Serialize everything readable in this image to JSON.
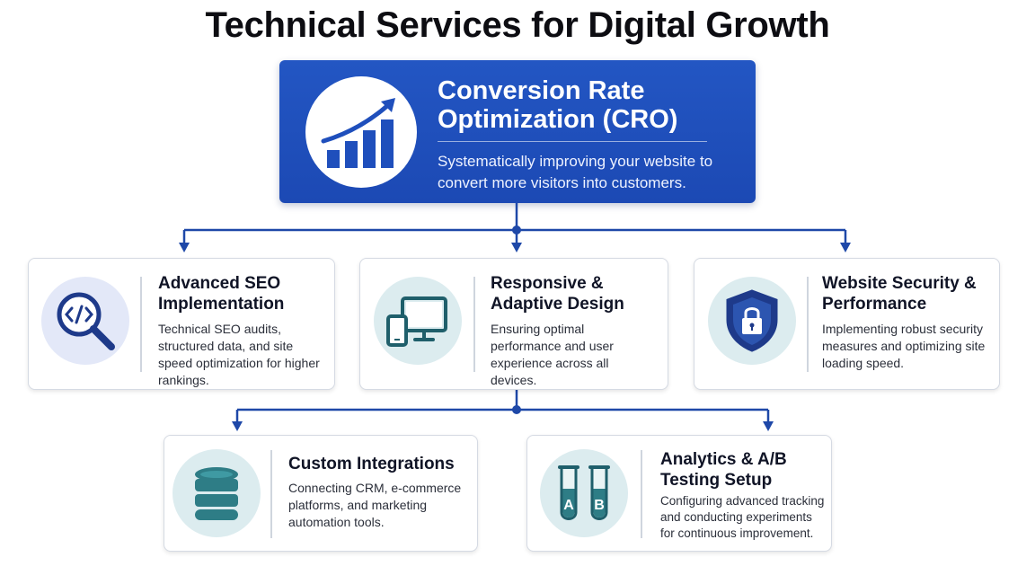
{
  "page": {
    "title": "Technical Services for Digital Growth"
  },
  "hero": {
    "title": "Conversion Rate Optimization (CRO)",
    "description": "Systematically improving your website to convert more visitors into customers.",
    "icon": "bar-chart-growth-icon",
    "color": "#1f4fbc"
  },
  "services": [
    {
      "title": "Advanced SEO Implementation",
      "description": "Technical SEO audits, structured data, and site speed optimization for higher rankings.",
      "icon": "seo-magnifier-code-icon"
    },
    {
      "title": "Responsive & Adaptive Design",
      "description": "Ensuring optimal performance and user experience across all devices.",
      "icon": "devices-icon"
    },
    {
      "title": "Website Security & Performance",
      "description": "Implementing robust security measures and optimizing site loading speed.",
      "icon": "shield-lock-icon"
    },
    {
      "title": "Custom Integrations",
      "description": "Connecting CRM, e-commerce platforms, and marketing automation tools.",
      "icon": "database-icon"
    },
    {
      "title": "Analytics & A/B Testing Setup",
      "description": "Configuring advanced tracking and conducting experiments for continuous improvement.",
      "icon": "ab-test-tubes-icon",
      "tube_labels": [
        "A",
        "B"
      ]
    }
  ],
  "colors": {
    "accent": "#1f4fbc",
    "connector": "#1e48a8",
    "icon_bg_light_blue": "#e3e8f8",
    "icon_bg_teal": "#dcecef",
    "icon_teal": "#2e7d86",
    "icon_navy": "#1e3a8a"
  }
}
